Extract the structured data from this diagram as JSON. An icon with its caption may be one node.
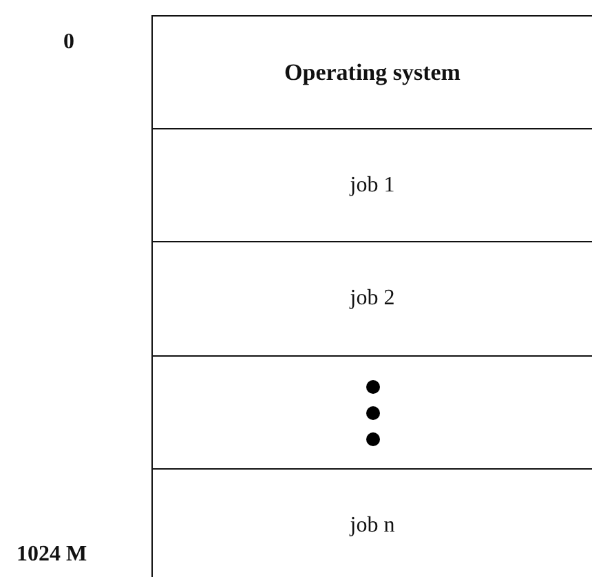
{
  "diagram": {
    "nodes": [
      {
        "text": [
          "Operating system"
        ]
      },
      {
        "text": [
          "job 1"
        ]
      },
      {
        "text": [
          "job 2"
        ]
      },
      {
        "text": [],
        "shape": "box"
      },
      {
        "text": [
          "job n"
        ]
      }
    ],
    "labels": [
      "0",
      "1024 M"
    ]
  }
}
